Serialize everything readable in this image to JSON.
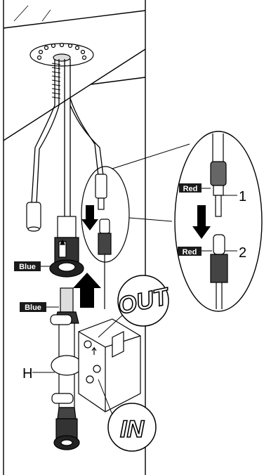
{
  "labels": {
    "blue_tag_upper": "Blue",
    "blue_tag_lower": "Blue",
    "red_tag_upper": "Red",
    "red_tag_lower": "Red",
    "callout_1": "1",
    "callout_2": "2",
    "callout_h": "H",
    "out_badge": "OUT",
    "in_badge": "IN"
  },
  "colors": {
    "line": "#000000",
    "tag_fill": "#1a1a1a",
    "tag_text": "#ffffff",
    "background": "#ffffff"
  }
}
